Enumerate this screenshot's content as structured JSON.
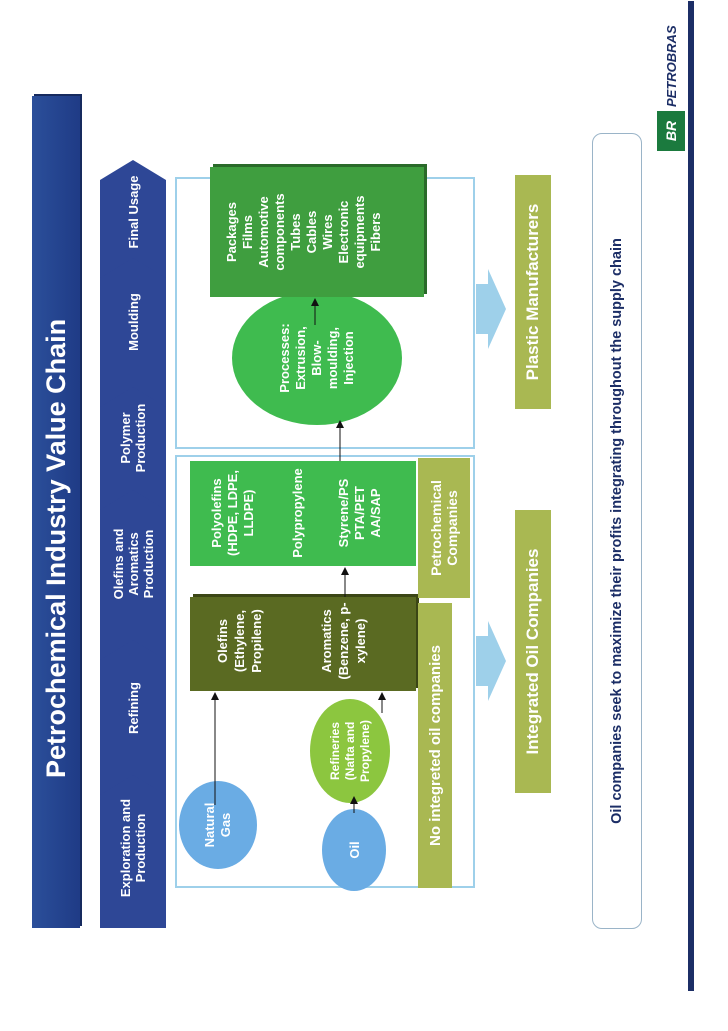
{
  "title": "Petrochemical Industry Value Chain",
  "stages": [
    {
      "label": "Exploration and Production"
    },
    {
      "label": "Refining"
    },
    {
      "label": "Olefins and Aromatics Production"
    },
    {
      "label": "Polymer Production"
    },
    {
      "label": "Moulding"
    },
    {
      "label": "Final Usage"
    }
  ],
  "nodes": {
    "natural_gas": "Natural Gas",
    "oil": "Oil",
    "refineries": "Refineries (Nafta and Propylene)",
    "olefins": "Olefins (Ethylene, Propilene)",
    "aromatics": "Aromatics (Benzene, p-xylene)",
    "polyolefins": "Polyolefins (HDPE, LDPE, LLDPE)",
    "polypropylene": "Polypropylene",
    "styrene": "Styrene/PS PTA/PET AA/SAP",
    "processes": "Processes: Extrusion, Blow-moulding, Injection",
    "final_uses": [
      "Packages",
      "Films",
      "Automotive components",
      "Tubes",
      "Cables",
      "Wires",
      "Electronic equipments",
      "Fibers"
    ]
  },
  "company_labels": {
    "no_integrated": "No integreted oil companies",
    "petrochemical": "Petrochemical Companies",
    "integrated": "Integrated Oil Companies",
    "plastic": "Plastic Manufacturers"
  },
  "footer_note": "Oil companies seek to maximize their profits integrating throughout the supply chain",
  "brand": {
    "logo_text": "PETROBRAS",
    "mark_text": "BR"
  },
  "colors": {
    "title_bar": "#1f3b86",
    "chevron": "#2e4796",
    "dark_box": "#5a6a22",
    "green_box": "#3fbb4f",
    "olive": "#a9b852",
    "frame": "#9ed0ea",
    "circle_blue": "#6aace4",
    "circle_green": "#8cc63f"
  }
}
